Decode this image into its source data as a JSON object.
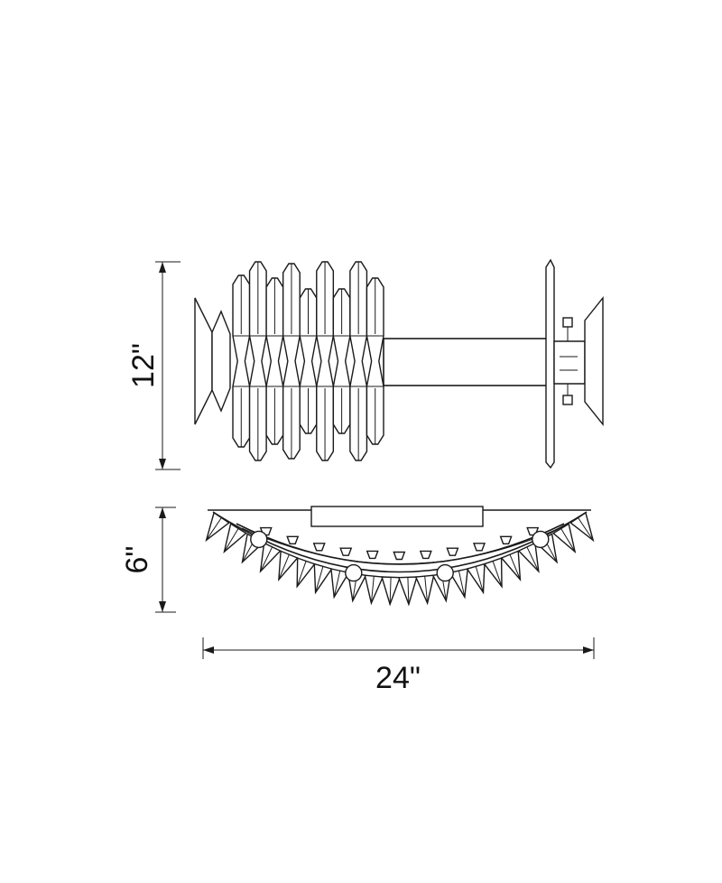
{
  "drawing": {
    "dimensions": {
      "height": "12\"",
      "depth": "6\"",
      "width": "24\""
    },
    "views": {
      "side": {
        "tier_count": 9
      },
      "top": {
        "crystal_count": 22,
        "bulb_count": 4
      }
    },
    "colors": {
      "line": "#1a1a1a",
      "background": "#ffffff"
    }
  }
}
